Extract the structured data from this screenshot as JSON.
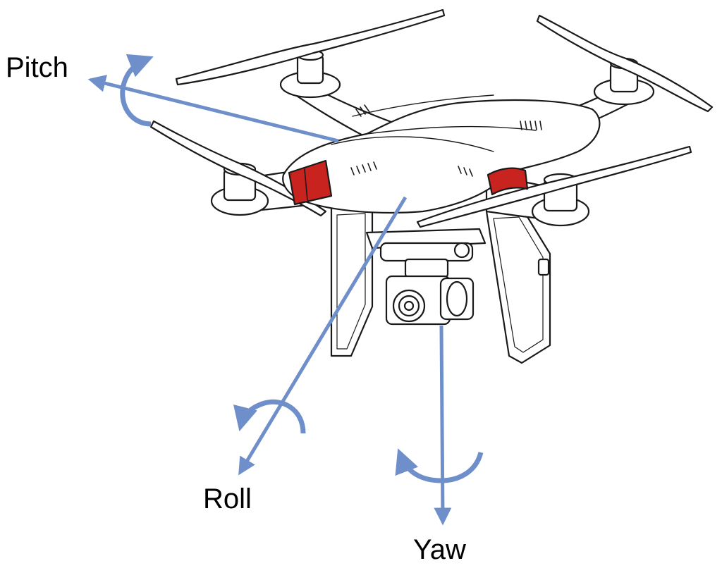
{
  "labels": {
    "pitch": "Pitch",
    "roll": "Roll",
    "yaw": "Yaw"
  },
  "colors": {
    "axis": "#6f8fca",
    "outline": "#1a1a1a",
    "accent": "#c8231e",
    "body": "#ffffff"
  },
  "icons": {
    "drone": "quadcopter-drone-icon",
    "pitch": "rotation-arrow-icon",
    "roll": "rotation-arrow-icon",
    "yaw": "rotation-arrow-icon"
  }
}
